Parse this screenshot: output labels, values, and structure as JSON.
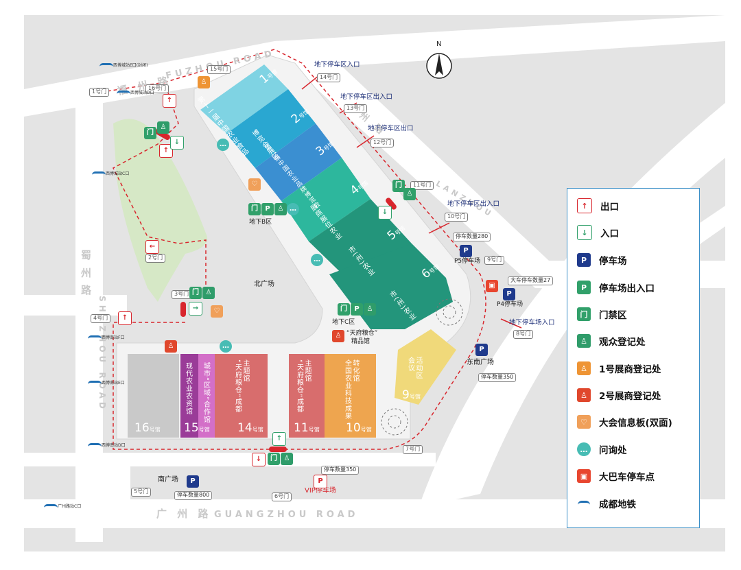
{
  "colors": {
    "background": "#e4e4e4",
    "road": "#ffffff",
    "venue_floor": "#f3f3f3",
    "green": "#d6e8c6",
    "route_red": "#d8262d",
    "entry_green": "#31a06a",
    "parking_navy": "#1f3a8c",
    "visitor_green": "#2f9c6a",
    "ex1_orange": "#ee9434",
    "ex2_red": "#e0472c",
    "info_orange": "#f0a05a",
    "inquiry_teal": "#47bcb4",
    "bus_red": "#e8462f",
    "metro_blue": "#1f6fb3",
    "legend_border": "#3a8fc7"
  },
  "compass": {
    "label": "N"
  },
  "roads": {
    "fuzhou_cn": "福 州 路",
    "fuzhou_en": "FUZHOU ROAD",
    "lanzhou": "州 路",
    "lanzhou_en": "LANZHOU",
    "shuzhou_cn": "蜀\n州\n路",
    "shuzhou_en": "SHUZHOU ROAD",
    "guangzhou_cn": "广 州 路",
    "guangzhou_en": "GUANGZHOU ROAD"
  },
  "gates": {
    "g1": "1号门",
    "g2": "2号门",
    "g3": "3号门",
    "g4": "4号门",
    "g5": "5号门",
    "g6": "6号门",
    "g7": "7号门",
    "g8": "8号门",
    "g9": "9号门",
    "g10": "10号门",
    "g11": "11号门",
    "g12": "12号门",
    "g13": "13号门",
    "g14": "14号门",
    "g15": "15号门",
    "g16": "16号门"
  },
  "metro": {
    "E": "西博城站E口(封闭)",
    "D_top": "西博城站D口",
    "C_left": "西博城站C口",
    "F": "西博南站F口",
    "E2": "西博南站E口",
    "D2": "西博南站D口",
    "C2": "广州路站C口"
  },
  "underground": {
    "entry": "地下停车区入口",
    "entry_exit": "地下停车区出入口",
    "exit": "地下停车区出口",
    "entry_exit2": "地下停车区出入口",
    "entry_east": "地下停车场入口",
    "zone_b": "地下B区",
    "zone_c": "地下C区"
  },
  "areas": {
    "north_plaza": "北广场",
    "south_plaza": "南广场",
    "east_plaza": "东南广场",
    "p5": "P5停车场",
    "p4": "P4停车场",
    "vip": "VIP停车场",
    "bus_count": "大车停车数量27",
    "p5_count": "停车数量280",
    "east_count": "停车数量350",
    "south_count": "停车数量800",
    "vip_count": "停车数量350",
    "granary_line1": "“天府粮仓”",
    "granary_line2": "精品馆"
  },
  "halls": {
    "h1_num": "1",
    "h2_num": "2",
    "h3_num": "3",
    "h4_num": "4",
    "h5_num": "5",
    "h6_num": "6",
    "hall_suffix": "号馆",
    "h1_text": "第十一届中国农业食品",
    "h2_text": "博览会展区",
    "h3_text": "第八届中国农业品牌博览会",
    "h4_text": "展商展位农业",
    "h5_text": "市(州)农业",
    "h6_text": "市(州)农业",
    "h9_num": "9",
    "h9_text": "活动区\n会议",
    "h10_num": "10",
    "h10_text": "转化馆\n全国农业科技成果",
    "h11_num": "11",
    "h11_text": "主题馆\n“天府粮仓”成都",
    "h14_num": "14",
    "h14_text": "主题馆\n“天府粮仓”成都",
    "h15_num": "15",
    "h15_text": "城市“区域”合作馆",
    "h15b_text": "现代农业农资馆",
    "h16_num": "16"
  },
  "legend": {
    "exit": "出口",
    "entrance": "入口",
    "parking": "停车场",
    "parking_gate": "停车场出入口",
    "access": "门禁区",
    "visitor_reg": "观众登记处",
    "exhibitor1": "1号展商登记处",
    "exhibitor2": "2号展商登记处",
    "info_board": "大会信息板(双面)",
    "inquiry": "问询处",
    "bus_stop": "大巴车停车点",
    "metro": "成都地铁"
  }
}
